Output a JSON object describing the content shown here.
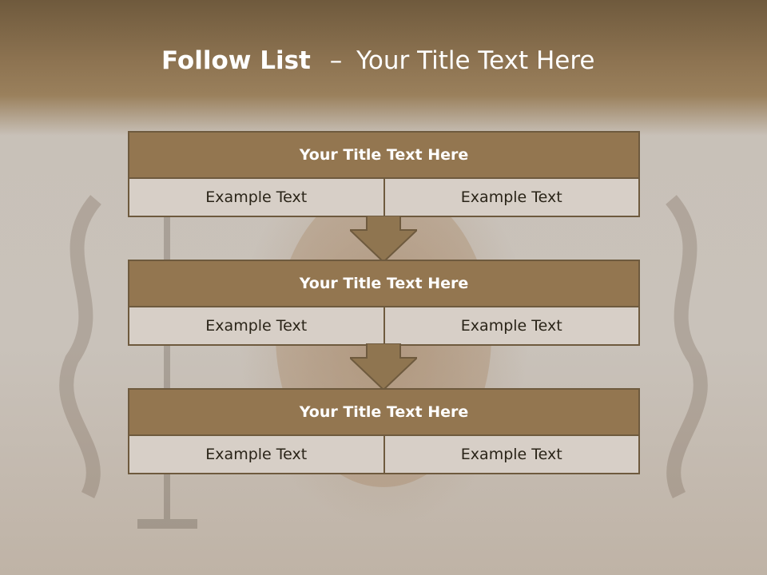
{
  "slide": {
    "title_bold": "Follow List",
    "title_dash": "–",
    "title_rest": "Your Title Text Here"
  },
  "blocks": [
    {
      "header": "Your Title Text Here",
      "cells": [
        "Example Text",
        "Example Text"
      ]
    },
    {
      "header": "Your Title Text Here",
      "cells": [
        "Example Text",
        "Example Text"
      ]
    },
    {
      "header": "Your Title Text Here",
      "cells": [
        "Example Text",
        "Example Text"
      ]
    }
  ],
  "colors": {
    "header_fill": "#937650",
    "border": "#6e5a3e",
    "cell_fill": "#d7cfc7",
    "arrow_fill": "#8f7550"
  }
}
